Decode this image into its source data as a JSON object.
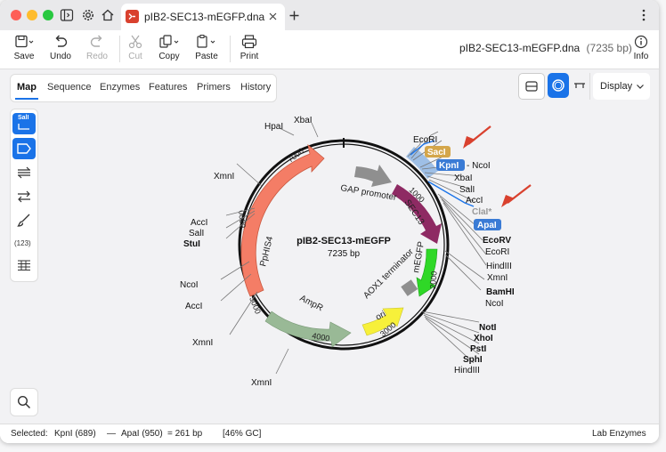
{
  "window": {
    "tab_title": "pIB2-SEC13-mEGFP.dna",
    "new_tab_icon": "plus-icon",
    "menu_icon": "kebab-icon"
  },
  "toolbar": {
    "save": "Save",
    "undo": "Undo",
    "redo": "Redo",
    "cut": "Cut",
    "copy": "Copy",
    "paste": "Paste",
    "print": "Print",
    "doc_name": "pIB2-SEC13-mEGFP.dna",
    "doc_size": "(7235 bp)",
    "info": "Info"
  },
  "view_tabs": [
    "Map",
    "Sequence",
    "Enzymes",
    "Features",
    "Primers",
    "History"
  ],
  "active_view": "Map",
  "display_label": "Display",
  "sidebar": {
    "enzyme_badge": "SalI",
    "count_label": "(123)"
  },
  "map": {
    "name": "pIB2-SEC13-mEGFP",
    "size": "7235 bp",
    "ticks": [
      "1000",
      "2000",
      "3000",
      "4000",
      "5000",
      "6000",
      "7000"
    ],
    "features": {
      "ppHIS4": "PpHIS4",
      "gap": "GAP promoter",
      "sec13": "SEC13",
      "megfp": "mEGFP",
      "aox1": "AOX1 terminator",
      "ori": "ori",
      "ampr": "AmpR"
    },
    "sites": {
      "hpaI": "HpaI",
      "xbaI_top": "XbaI",
      "ecoRI_top": "EcoRI",
      "sacI": "SacI",
      "kpnI": "KpnI",
      "ncoI_kpn": "- NcoI",
      "xbaI": "XbaI",
      "salI": "SalI",
      "accI": "AccI",
      "claI": "ClaI*",
      "apaI": "ApaI",
      "ecoRV": "EcoRV",
      "ecoRI": "EcoRI",
      "hindIII": "HindIII",
      "xmnI_r": "XmnI",
      "bamHI": "BamHI",
      "ncoI_r": "NcoI",
      "notI": "NotI",
      "xhoI": "XhoI",
      "pstI": "PstI",
      "sphI": "SphI",
      "hindIII_b": "HindIII",
      "xmnI_tl": "XmnI",
      "accI_l": "AccI",
      "salI_l": "SalI",
      "stuI": "StuI",
      "ncoI_l": "NcoI",
      "accI_l2": "AccI",
      "xmnI_l": "XmnI",
      "xmnI_b": "XmnI"
    }
  },
  "status": {
    "selected_label": "Selected:",
    "selection": "KpnI (689)",
    "dash": "—",
    "selection_end": "ApaI (950)",
    "eq": "= 261 bp",
    "gc": "[46% GC]",
    "lab_enzymes": "Lab Enzymes"
  },
  "colors": {
    "accent": "#1a73e8",
    "ppHIS4": "#f47d66",
    "gap": "#8f8f8f",
    "sec13": "#8e2a63",
    "megfp": "#2fd827",
    "ampr": "#99b996",
    "ori": "#f7f03a",
    "sacI_badge": "#d4a64a",
    "enzyme_badge": "#3a7bd5",
    "arrow": "#d9412e"
  }
}
